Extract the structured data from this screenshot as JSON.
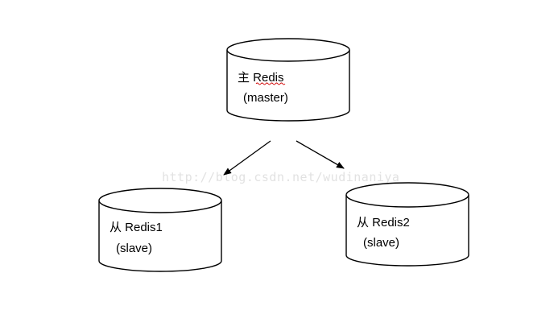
{
  "nodes": {
    "master": {
      "line1": "主 Redis",
      "line2": "(master)"
    },
    "slave1": {
      "line1": "从 Redis1",
      "line2": "(slave)"
    },
    "slave2": {
      "line1": "从 Redis2",
      "line2": "(slave)"
    }
  },
  "watermark": "http://blog.csdn.net/wudinaniya",
  "colors": {
    "stroke": "#000000",
    "background": "#ffffff",
    "watermark": "#e2e2e2",
    "spellcheck_underline": "#d00000"
  }
}
